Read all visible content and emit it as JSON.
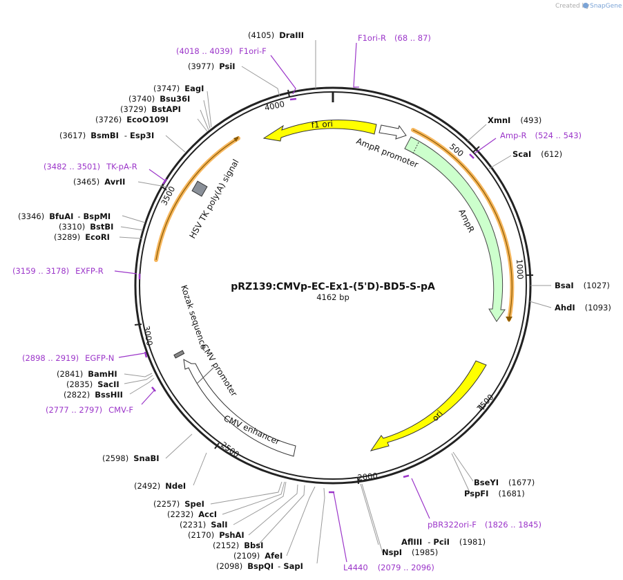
{
  "credit": {
    "prefix": "Created by",
    "brand": "SnapGene"
  },
  "title": "pRZ139:CMVp-EC-Ex1-(5'D)-BD5-S-pA",
  "size": "4162 bp",
  "ticks": [
    "500",
    "1000",
    "1500",
    "2000",
    "2500",
    "3000",
    "3500",
    "4000"
  ],
  "features": {
    "f1_ori": "f1 ori",
    "ampr_promoter": "AmpR promoter",
    "ampr": "AmpR",
    "ori": "ori",
    "cmv_enhancer": "CMV enhancer",
    "cmv_promoter": "CMV promoter",
    "kozak": "Kozak sequence",
    "hsv_tk": "HSV TK poly(A) signal"
  },
  "colors": {
    "f1_ori": "#ffff00",
    "ori": "#ffff00",
    "ampr": "#ccffcc",
    "primer": "#9b35c9",
    "orf_highlight": "#f4a940",
    "backbone": "#222222"
  },
  "enzymes": {
    "draiii": {
      "name": "DraIII",
      "pos": "(4105)"
    },
    "psii": {
      "name": "PsiI",
      "pos": "(3977)"
    },
    "eagi": {
      "name": "EagI",
      "pos": "(3747)"
    },
    "bsu36i": {
      "name": "Bsu36I",
      "pos": "(3740)"
    },
    "bstapi": {
      "name": "BstAPI",
      "pos": "(3729)"
    },
    "ecoo109i": {
      "name": "EcoO109I",
      "pos": "(3726)"
    },
    "bsmbi": {
      "name": "BsmBI",
      "sep": "-",
      "name2": "Esp3I",
      "pos": "(3617)"
    },
    "avrii": {
      "name": "AvrII",
      "pos": "(3465)"
    },
    "bfuai": {
      "name": "BfuAI",
      "sep": "-",
      "name2": "BspMI",
      "pos": "(3346)"
    },
    "bstbi": {
      "name": "BstBI",
      "pos": "(3310)"
    },
    "ecori": {
      "name": "EcoRI",
      "pos": "(3289)"
    },
    "bamhi": {
      "name": "BamHI",
      "pos": "(2841)"
    },
    "sacii": {
      "name": "SacII",
      "pos": "(2835)"
    },
    "bsshii": {
      "name": "BssHII",
      "pos": "(2822)"
    },
    "snabi": {
      "name": "SnaBI",
      "pos": "(2598)"
    },
    "ndei": {
      "name": "NdeI",
      "pos": "(2492)"
    },
    "spei": {
      "name": "SpeI",
      "pos": "(2257)"
    },
    "acci": {
      "name": "AccI",
      "pos": "(2232)"
    },
    "sali": {
      "name": "SalI",
      "pos": "(2231)"
    },
    "pshai": {
      "name": "PshAI",
      "pos": "(2170)"
    },
    "bbsi": {
      "name": "BbsI",
      "pos": "(2152)"
    },
    "afei": {
      "name": "AfeI",
      "pos": "(2109)"
    },
    "bspqi": {
      "name": "BspQI",
      "sep": "-",
      "name2": "SapI",
      "pos": "(2098)"
    },
    "xmni": {
      "name": "XmnI",
      "pos": "(493)"
    },
    "scai": {
      "name": "ScaI",
      "pos": "(612)"
    },
    "bsai": {
      "name": "BsaI",
      "pos": "(1027)"
    },
    "ahdi": {
      "name": "AhdI",
      "pos": "(1093)"
    },
    "bseyi": {
      "name": "BseYI",
      "pos": "(1677)"
    },
    "pspfi": {
      "name": "PspFI",
      "pos": "(1681)"
    },
    "afliii": {
      "name": "AflIII",
      "sep": "-",
      "name2": "PciI",
      "pos": "(1981)"
    },
    "nspi": {
      "name": "NspI",
      "pos": "(1985)"
    }
  },
  "primers": {
    "f1ori_r": {
      "name": "F1ori-R",
      "range": "(68 .. 87)"
    },
    "f1ori_f": {
      "name": "F1ori-F",
      "range": "(4018 .. 4039)"
    },
    "amp_r": {
      "name": "Amp-R",
      "range": "(524 .. 543)"
    },
    "tk_pa_r": {
      "name": "TK-pA-R",
      "range": "(3482 .. 3501)"
    },
    "exfp_r": {
      "name": "EXFP-R",
      "range": "(3159 .. 3178)"
    },
    "egfp_n": {
      "name": "EGFP-N",
      "range": "(2898 .. 2919)"
    },
    "cmv_f": {
      "name": "CMV-F",
      "range": "(2777 .. 2797)"
    },
    "pbr322ori_f": {
      "name": "pBR322ori-F",
      "range": "(1826 .. 1845)"
    },
    "l4440": {
      "name": "L4440",
      "range": "(2079 .. 2096)"
    }
  }
}
